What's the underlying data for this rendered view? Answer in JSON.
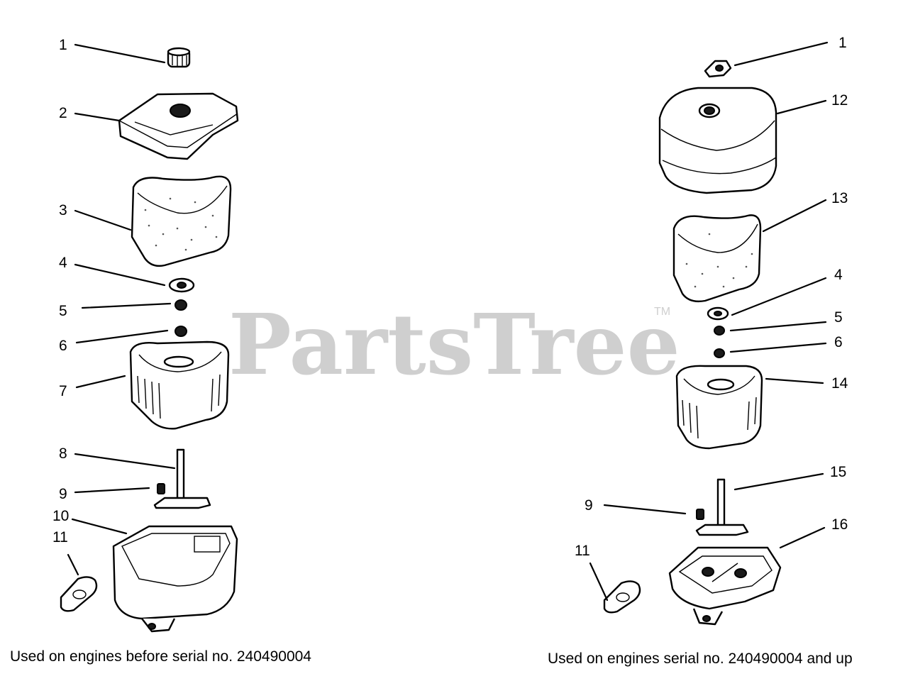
{
  "watermark": {
    "text": "PartsTree",
    "tm": "TM"
  },
  "left_assembly": {
    "caption": "Used on engines before  serial no. 240490004",
    "callouts": [
      "1",
      "2",
      "3",
      "4",
      "5",
      "6",
      "7",
      "8",
      "9",
      "10",
      "11"
    ]
  },
  "right_assembly": {
    "caption": "Used on engines serial no. 240490004 and up",
    "callouts": [
      "1",
      "12",
      "13",
      "4",
      "5",
      "6",
      "14",
      "15",
      "9",
      "16",
      "11"
    ]
  },
  "colors": {
    "ink": "#000000",
    "watermark": "#cfcfcf",
    "background": "#ffffff"
  }
}
